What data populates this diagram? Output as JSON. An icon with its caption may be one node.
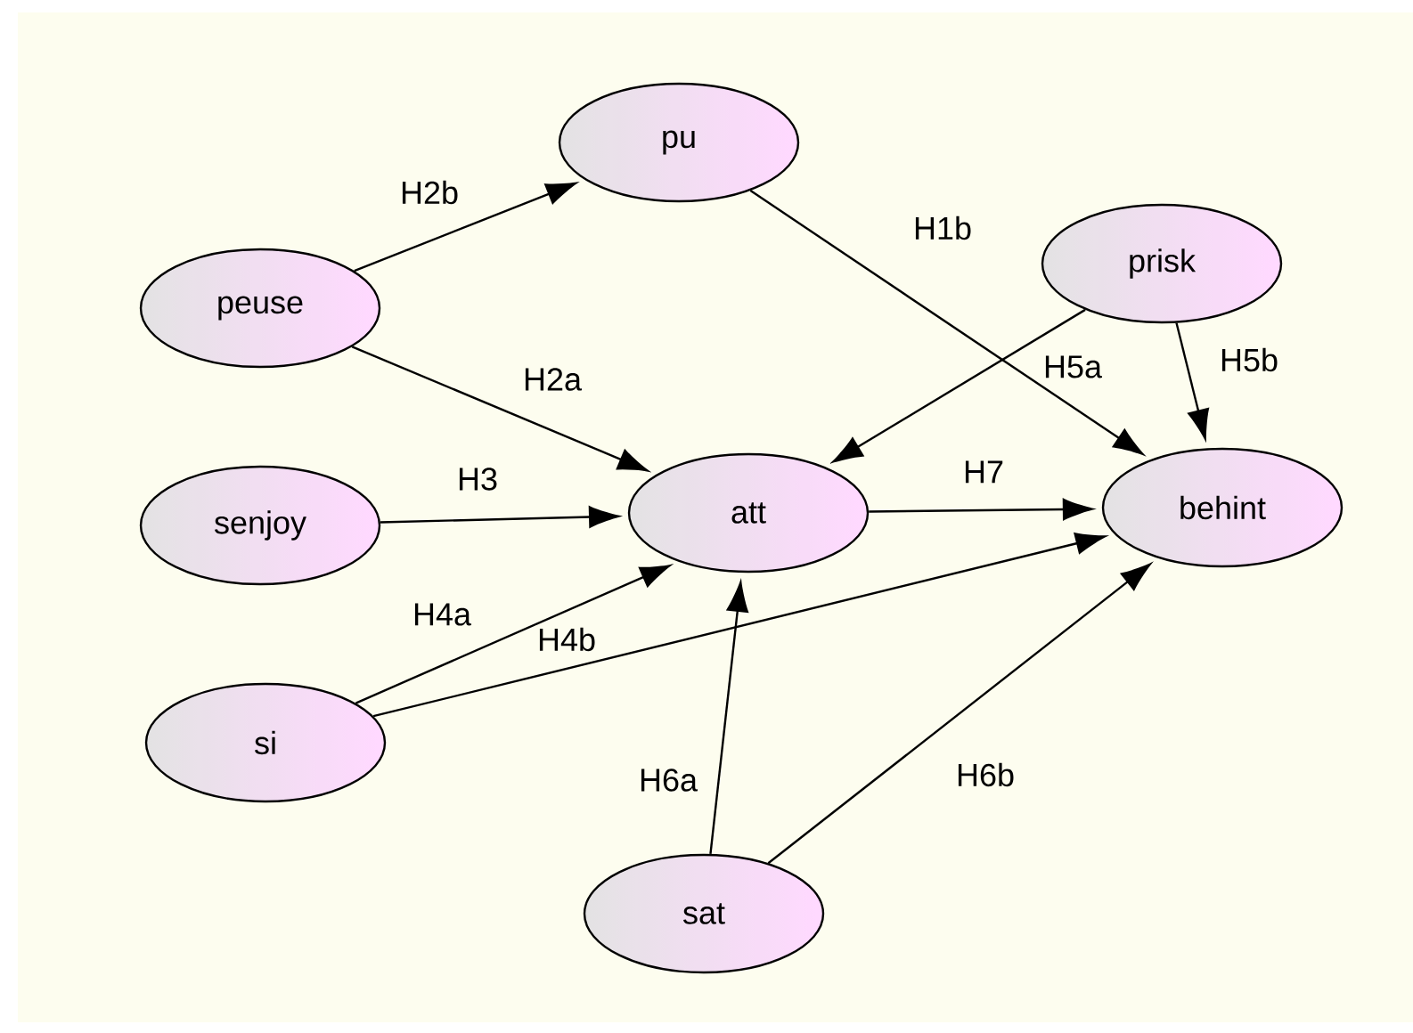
{
  "diagram": {
    "nodes": [
      {
        "text": [
          "pu"
        ]
      },
      {
        "text": [
          "peuse"
        ]
      },
      {
        "text": [
          "prisk"
        ]
      },
      {
        "text": [
          "senjoy"
        ]
      },
      {
        "text": [
          "att"
        ]
      },
      {
        "text": [
          "behint"
        ]
      },
      {
        "text": [
          "si"
        ]
      },
      {
        "text": [
          "sat"
        ]
      }
    ],
    "edges": [
      {
        "from": 1,
        "to": 0,
        "arrow": "to",
        "label": "H2b"
      },
      {
        "from": 0,
        "to": 5,
        "arrow": "to",
        "label": "H1b"
      },
      {
        "from": 1,
        "to": 4,
        "arrow": "to",
        "label": "H2a"
      },
      {
        "from": 2,
        "to": 4,
        "arrow": "to",
        "label": "H5a"
      },
      {
        "from": 2,
        "to": 5,
        "arrow": "to",
        "label": "H5b"
      },
      {
        "from": 3,
        "to": 4,
        "arrow": "to",
        "label": "H3"
      },
      {
        "from": 4,
        "to": 5,
        "arrow": "to",
        "label": "H7"
      },
      {
        "from": 6,
        "to": 4,
        "arrow": "to",
        "label": "H4a"
      },
      {
        "from": 6,
        "to": 5,
        "arrow": "to",
        "label": "H4b"
      },
      {
        "from": 7,
        "to": 4,
        "arrow": "to",
        "label": "H6a"
      },
      {
        "from": 7,
        "to": 5,
        "arrow": "to",
        "label": "H6b"
      }
    ]
  }
}
